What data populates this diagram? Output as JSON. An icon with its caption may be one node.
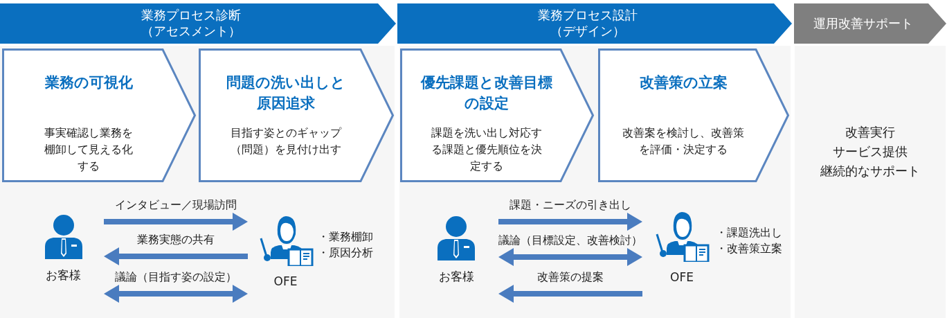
{
  "diagram": {
    "nodes": [
      {
        "text": [
          "業務プロセス診断",
          "（アセスメント）"
        ]
      },
      {
        "text": [
          "業務プロセス設計",
          "（デザイン）"
        ]
      },
      {
        "text": [
          "運用改善サポート"
        ]
      },
      {
        "text": [],
        "shape": "box"
      },
      {
        "text": [
          "業務の可視化",
          "事実確認し業務を棚卸して見える化する"
        ],
        "in": 3
      },
      {
        "text": [
          "問題の洗い出しと原因追求",
          "目指す姿とのギャップ（問題）を見付け出す"
        ],
        "in": 3
      },
      {
        "text": [
          "お客様"
        ],
        "in": 3
      },
      {
        "text": [
          "OFE"
        ],
        "in": 3,
        "beside": [
          "・業務棚卸",
          "・原因分析"
        ]
      },
      {
        "text": [],
        "shape": "box"
      },
      {
        "text": [
          "優先課題と改善目標の設定",
          "課題を洗い出し対応する課題と優先順位を決定する"
        ],
        "in": 8
      },
      {
        "text": [
          "改善策の立案",
          "改善案を検討し、改善策を評価・決定する"
        ],
        "in": 8
      },
      {
        "text": [
          "お客様"
        ],
        "in": 8
      },
      {
        "text": [
          "OFE"
        ],
        "in": 8,
        "beside": [
          "・課題洗出し",
          "・改善策立案"
        ]
      },
      {
        "text": [
          "改善実行",
          "サービス提供",
          "継続的なサポート"
        ]
      }
    ],
    "edges": [
      {
        "from": 6,
        "to": 7,
        "arrow": "to",
        "label": "インタビュー／現場訪問"
      },
      {
        "from": 7,
        "to": 6,
        "arrow": "to",
        "label": "業務実態の共有"
      },
      {
        "from": 6,
        "to": 7,
        "arrow": "both",
        "label": "議論（目指す姿の設定）"
      },
      {
        "from": 11,
        "to": 12,
        "arrow": "to",
        "label": "課題・ニーズの引き出し"
      },
      {
        "from": 11,
        "to": 12,
        "arrow": "both",
        "label": "議論（目標設定、改善検討）"
      },
      {
        "from": 12,
        "to": 11,
        "arrow": "to",
        "label": "改善策の提案"
      }
    ]
  }
}
